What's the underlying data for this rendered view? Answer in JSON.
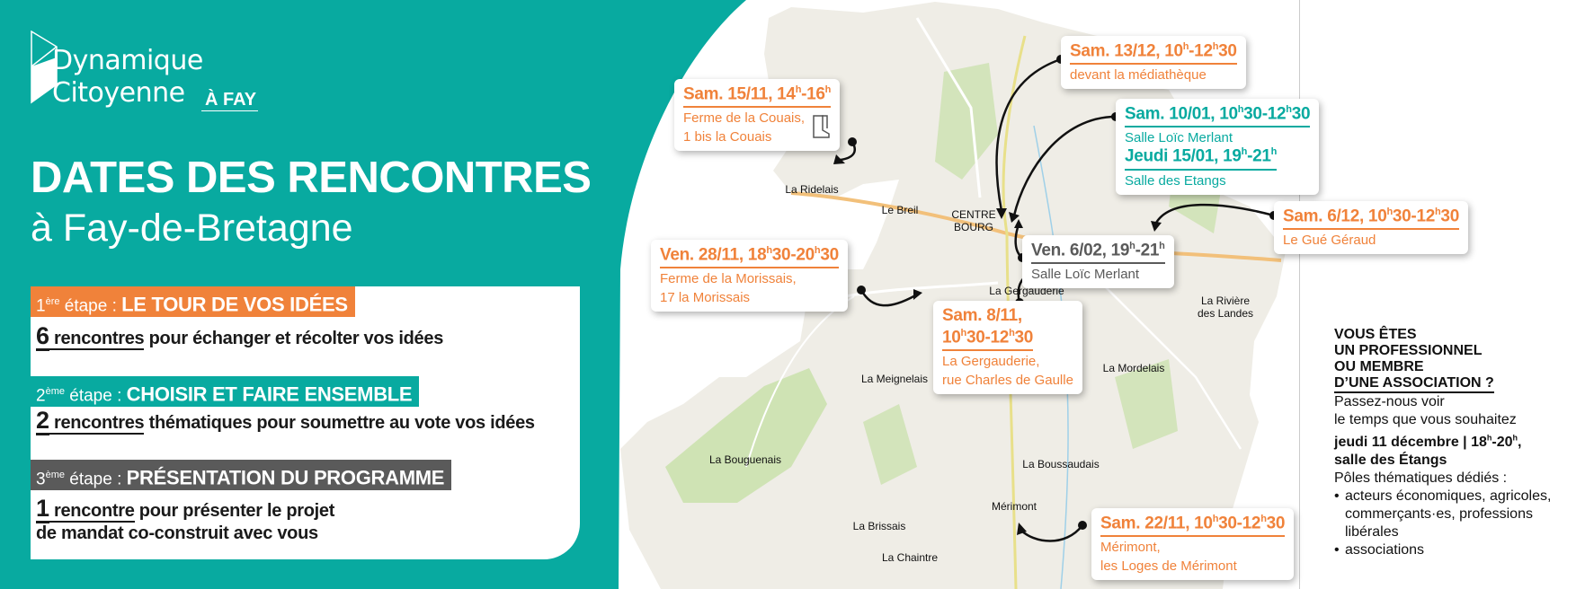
{
  "colors": {
    "teal": "#08aaa0",
    "orange": "#f0823a",
    "grey": "#5a5a5a",
    "map_land": "#efede6",
    "map_green": "#c7e0a8"
  },
  "logo": {
    "line1": "Dynamique",
    "line2": "Citoyenne",
    "line3": "À FAY"
  },
  "header": {
    "title": "DATES DES RENCONTRES",
    "subtitle": "à Fay-de-Bretagne"
  },
  "steps": [
    {
      "num": "1",
      "sup": "ère",
      "label": " étape : ",
      "name": "LE TOUR DE VOS IDÉES",
      "count": "6",
      "count_word": " rencontres",
      "rest": " pour échanger et récolter vos idées",
      "color": "#f0823a"
    },
    {
      "num": "2",
      "sup": "ème",
      "label": " étape : ",
      "name": "CHOISIR ET FAIRE ENSEMBLE",
      "count": "2",
      "count_word": " rencontres",
      "rest": " thématiques pour soumettre au vote vos idées",
      "color": "#08aaa0"
    },
    {
      "num": "3",
      "sup": "ème",
      "label": " étape : ",
      "name": "PRÉSENTATION DU PROGRAMME",
      "count": "1",
      "count_word": " rencontre",
      "rest": " pour présenter le projet",
      "rest2": "de mandat co-construit avec vous",
      "color": "#5a5a5a"
    }
  ],
  "callouts": [
    {
      "title": [
        "Sam. 15/11, 14",
        {
          "sup": "h"
        },
        "-16",
        {
          "sup": "h"
        }
      ],
      "lines": [
        "Ferme de la Couais,",
        "1 bis la Couais"
      ],
      "color": "#f0823a",
      "icon": "boot-icon"
    },
    {
      "title": [
        "Sam. 13/12, 10",
        {
          "sup": "h"
        },
        "-12",
        {
          "sup": "h"
        },
        "30"
      ],
      "lines": [
        "devant la médiathèque"
      ],
      "color": "#f0823a"
    },
    {
      "title": [
        "Sam. 10/01, 10",
        {
          "sup": "h"
        },
        "30-12",
        {
          "sup": "h"
        },
        "30"
      ],
      "lines": [
        "Salle Loïc Merlant"
      ],
      "title2": [
        "Jeudi 15/01, 19",
        {
          "sup": "h"
        },
        "-21",
        {
          "sup": "h"
        }
      ],
      "lines2": [
        "Salle des Etangs"
      ],
      "color": "#08aaa0"
    },
    {
      "title": [
        "Sam. 6/12, 10",
        {
          "sup": "h"
        },
        "30-12",
        {
          "sup": "h"
        },
        "30"
      ],
      "lines": [
        "Le Gué Géraud"
      ],
      "color": "#f0823a"
    },
    {
      "title": [
        "Ven. 6/02, 19",
        {
          "sup": "h"
        },
        "-21",
        {
          "sup": "h"
        }
      ],
      "lines": [
        "Salle Loïc Merlant"
      ],
      "color": "#5a5a5a"
    },
    {
      "title": [
        "Ven. 28/11, 18",
        {
          "sup": "h"
        },
        "30-20",
        {
          "sup": "h"
        },
        "30"
      ],
      "lines": [
        "Ferme de la Morissais,",
        "17 la Morissais"
      ],
      "color": "#f0823a"
    },
    {
      "title": [
        "Sam. 8/11,"
      ],
      "title_b": [
        "10",
        {
          "sup": "h"
        },
        "30-12",
        {
          "sup": "h"
        },
        "30"
      ],
      "lines": [
        "La Gergauderie,",
        "rue Charles de Gaulle"
      ],
      "color": "#f0823a"
    },
    {
      "title": [
        "Sam. 22/11, 10",
        {
          "sup": "h"
        },
        "30-12",
        {
          "sup": "h"
        },
        "30"
      ],
      "lines": [
        "Mérimont,",
        "les Loges de Mérimont"
      ],
      "color": "#f0823a"
    }
  ],
  "places": [
    "La Ridelais",
    "Le Breil",
    "CENTRE BOURG",
    "La Gergauderie",
    "La Rivière des Landes",
    "La Mordelais",
    "La Meignelais",
    "La Bouguenais",
    "La Boussaudais",
    "Mérimont",
    "La Brissais",
    "La Chaintre"
  ],
  "info": {
    "heading": [
      "VOUS ÊTES",
      "UN PROFESSIONNEL",
      "OU MEMBRE",
      "D’UNE ASSOCIATION ?"
    ],
    "p1": "Passez-nous voir",
    "p2": "le temps que vous souhaitez",
    "bold1": [
      "jeudi 11 décembre | 18",
      {
        "sup": "h"
      },
      "-20",
      {
        "sup": "h"
      },
      ","
    ],
    "bold2": "salle des Étangs",
    "p3": "Pôles thématiques dédiés :",
    "bullets": [
      "acteurs économiques, agricoles, commerçants·es, professions libérales",
      "associations"
    ]
  }
}
